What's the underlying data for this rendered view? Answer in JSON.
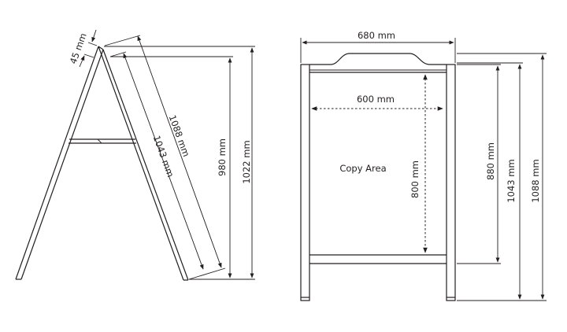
{
  "side_view": {
    "top_thickness": "45 mm",
    "leg_length_outer": "1088 mm",
    "leg_length_inner": "1043 mm",
    "inner_height": "980 mm",
    "overall_height": "1022 mm"
  },
  "front_view": {
    "overall_width": "680 mm",
    "inner_width": "600 mm",
    "copy_area_label": "Copy Area",
    "copy_height": "800 mm",
    "frame_height": "880 mm",
    "height_mid": "1043 mm",
    "overall_height": "1088 mm"
  }
}
